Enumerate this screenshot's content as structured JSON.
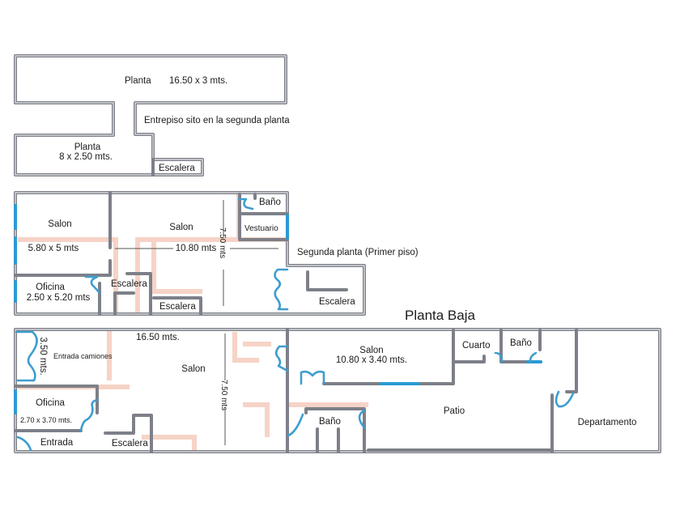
{
  "plan": {
    "mezzanine": {
      "main_label": "Planta",
      "main_size": "16.50 x 3 mts.",
      "caption": "Entrepiso sito en la segunda planta",
      "small_label": "Planta",
      "small_size": "8 x 2.50 mts.",
      "stairs": "Escalera"
    },
    "second_floor": {
      "caption": "Segunda planta (Primer piso)",
      "salon_left": "Salon",
      "salon_left_size": "5.80 x 5 mts",
      "salon_right": "Salon",
      "salon_right_width": "10.80 mts",
      "depth": "7.50 mts",
      "bathroom": "Baño",
      "locker_room": "Vestuario",
      "office": "Oficina",
      "office_size": "2.50 x 5.20 mts",
      "stairs_1": "Escalera",
      "stairs_2": "Escalera",
      "stairs_3": "Escalera"
    },
    "ground_floor": {
      "title": "Planta Baja",
      "width": "16.50 mts.",
      "truck_entry_width": "3.50 mts.",
      "truck_entry": "Entrada camiones",
      "salon": "Salon",
      "depth": "7.50 mts",
      "office": "Oficina",
      "office_size": "2.70 x 3.70 mts.",
      "entrance": "Entrada",
      "stairs": "Escalera",
      "salon_2": "Salon",
      "salon_2_size": "10.80 x 3.40 mts.",
      "room": "Cuarto",
      "bathroom_1": "Baño",
      "bathroom_2": "Baño",
      "patio": "Patio",
      "apartment": "Departamento"
    },
    "colors": {
      "wall": "#7d8088",
      "window": "#2b9bd3",
      "door": "#3d9dcf",
      "overlay": "#f6d3c6"
    }
  }
}
